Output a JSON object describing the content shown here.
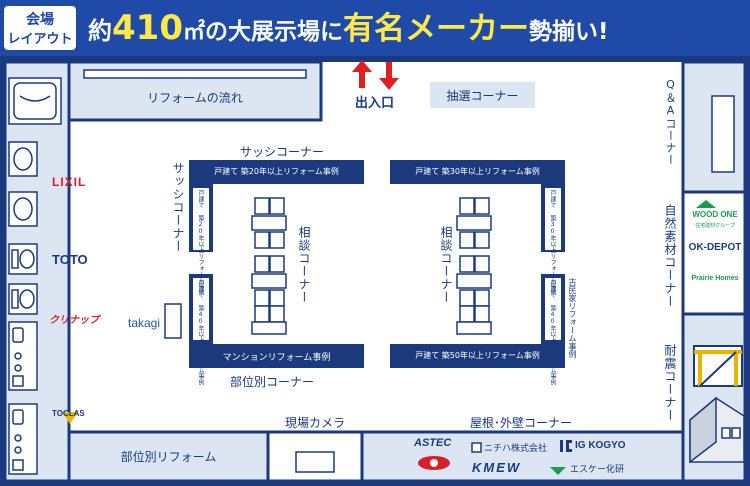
{
  "header": {
    "badge_line1": "会場",
    "badge_line2": "レイアウト",
    "title_prefix": "約",
    "title_number": "410",
    "title_unit": "㎡",
    "title_middle": "の大展示場に",
    "title_emphasis": "有名メーカー",
    "title_suffix": "勢揃い!"
  },
  "zones": {
    "reform_flow": "リフォームの流れ",
    "entrance": "出入口",
    "lottery": "抽選コーナー",
    "qa": "Q＆Aコーナー",
    "natural_materials": "自然素材コーナー",
    "seismic": "耐震コーナー",
    "sash_top": "サッシコーナー",
    "sash_left": "サッシコーナー",
    "parts_center": "部位別コーナー",
    "parts_reform": "部位別リフォーム",
    "site_camera": "現場カメラ",
    "roof_exterior": "屋根･外壁コーナー",
    "consult_left": "相談コーナー",
    "consult_right": "相談コーナー"
  },
  "cases": {
    "top_left": "戸建て 築20年以上リフォーム事例",
    "left_upper_vertical": "戸建て 築20年以上リフォーム事例",
    "left_lower_vertical": "戸建て 築40年以上リフォーム事例",
    "bottom_left": "マンションリフォーム事例",
    "top_right": "戸建て 築30年以上リフォーム事例",
    "right_upper_vertical": "戸建て 築30年以上リフォーム事例",
    "right_lower_vertical_a": "古民家リフォーム事例",
    "right_lower_vertical_b": "戸建て 築40年以上リフォーム事例",
    "bottom_right": "戸建て 築50年以上リフォーム事例"
  },
  "brands": {
    "lixil": "LIXIL",
    "toto": "TOTO",
    "cleanup": "クリナップ",
    "takagi": "takagi",
    "toclas": "TOCLAS",
    "woodone": "WOOD ONE",
    "woodone_sub": "住宅建材グループ",
    "okdepot": "OK-DEPOT",
    "prairie": "Prairie Homes",
    "astec": "ASTEC",
    "nichiha": "ニチハ株式会社",
    "igkogyo": "IG KOGYO",
    "kmew": "KMEW",
    "sk": "エスケー化研"
  },
  "colors": {
    "navy": "#1b3a7e",
    "header_blue": "#1f4aa8",
    "floor_blue": "#dce6f3",
    "yellow": "#ffe94a",
    "arrow_red": "#e02020",
    "brand_red": "#d81f26"
  }
}
